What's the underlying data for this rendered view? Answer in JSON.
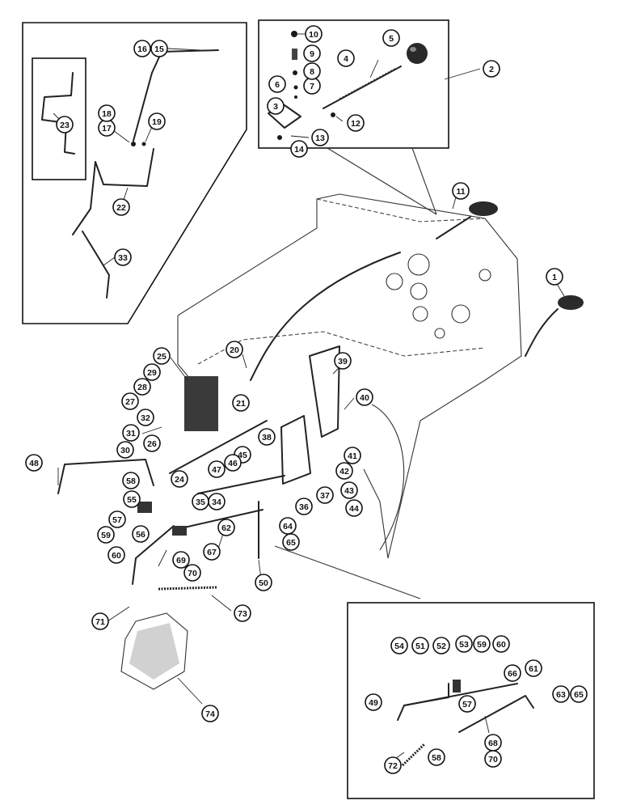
{
  "callouts": [
    {
      "id": "c1",
      "label": "1"
    },
    {
      "id": "c2",
      "label": "2"
    },
    {
      "id": "c3",
      "label": "3"
    },
    {
      "id": "c4",
      "label": "4"
    },
    {
      "id": "c5",
      "label": "5"
    },
    {
      "id": "c6",
      "label": "6"
    },
    {
      "id": "c7",
      "label": "7"
    },
    {
      "id": "c8",
      "label": "8"
    },
    {
      "id": "c9",
      "label": "9"
    },
    {
      "id": "c10",
      "label": "10"
    },
    {
      "id": "c11",
      "label": "11"
    },
    {
      "id": "c12",
      "label": "12"
    },
    {
      "id": "c13",
      "label": "13"
    },
    {
      "id": "c14",
      "label": "14"
    },
    {
      "id": "c15",
      "label": "15"
    },
    {
      "id": "c16",
      "label": "16"
    },
    {
      "id": "c17",
      "label": "17"
    },
    {
      "id": "c18",
      "label": "18"
    },
    {
      "id": "c19",
      "label": "19"
    },
    {
      "id": "c20",
      "label": "20"
    },
    {
      "id": "c21",
      "label": "21"
    },
    {
      "id": "c22",
      "label": "22"
    },
    {
      "id": "c23",
      "label": "23"
    },
    {
      "id": "c24",
      "label": "24"
    },
    {
      "id": "c25",
      "label": "25"
    },
    {
      "id": "c26",
      "label": "26"
    },
    {
      "id": "c27",
      "label": "27"
    },
    {
      "id": "c28",
      "label": "28"
    },
    {
      "id": "c29",
      "label": "29"
    },
    {
      "id": "c30",
      "label": "30"
    },
    {
      "id": "c31",
      "label": "31"
    },
    {
      "id": "c32",
      "label": "32"
    },
    {
      "id": "c33",
      "label": "33"
    },
    {
      "id": "c34",
      "label": "34"
    },
    {
      "id": "c35",
      "label": "35"
    },
    {
      "id": "c36",
      "label": "36"
    },
    {
      "id": "c37",
      "label": "37"
    },
    {
      "id": "c38",
      "label": "38"
    },
    {
      "id": "c39",
      "label": "39"
    },
    {
      "id": "c40",
      "label": "40"
    },
    {
      "id": "c41",
      "label": "41"
    },
    {
      "id": "c42",
      "label": "42"
    },
    {
      "id": "c43",
      "label": "43"
    },
    {
      "id": "c44",
      "label": "44"
    },
    {
      "id": "c45",
      "label": "45"
    },
    {
      "id": "c46",
      "label": "46"
    },
    {
      "id": "c47",
      "label": "47"
    },
    {
      "id": "c48",
      "label": "48"
    },
    {
      "id": "c49",
      "label": "49"
    },
    {
      "id": "c50",
      "label": "50"
    },
    {
      "id": "c51",
      "label": "51"
    },
    {
      "id": "c52",
      "label": "52"
    },
    {
      "id": "c53",
      "label": "53"
    },
    {
      "id": "c54",
      "label": "54"
    },
    {
      "id": "c55",
      "label": "55"
    },
    {
      "id": "c56",
      "label": "56"
    },
    {
      "id": "c57a",
      "label": "57"
    },
    {
      "id": "c57b",
      "label": "57"
    },
    {
      "id": "c58a",
      "label": "58"
    },
    {
      "id": "c58b",
      "label": "58"
    },
    {
      "id": "c59a",
      "label": "59"
    },
    {
      "id": "c59b",
      "label": "59"
    },
    {
      "id": "c60a",
      "label": "60"
    },
    {
      "id": "c60b",
      "label": "60"
    },
    {
      "id": "c61",
      "label": "61"
    },
    {
      "id": "c62",
      "label": "62"
    },
    {
      "id": "c63",
      "label": "63"
    },
    {
      "id": "c64",
      "label": "64"
    },
    {
      "id": "c65a",
      "label": "65"
    },
    {
      "id": "c65b",
      "label": "65"
    },
    {
      "id": "c66",
      "label": "66"
    },
    {
      "id": "c67",
      "label": "67"
    },
    {
      "id": "c68",
      "label": "68"
    },
    {
      "id": "c69",
      "label": "69"
    },
    {
      "id": "c70a",
      "label": "70"
    },
    {
      "id": "c70b",
      "label": "70"
    },
    {
      "id": "c71",
      "label": "71"
    },
    {
      "id": "c72a",
      "label": "72"
    },
    {
      "id": "c72b",
      "label": "72"
    },
    {
      "id": "c73",
      "label": "73"
    },
    {
      "id": "c74",
      "label": "74"
    }
  ],
  "colors": {
    "ink": "#111111",
    "paper": "#ffffff"
  }
}
